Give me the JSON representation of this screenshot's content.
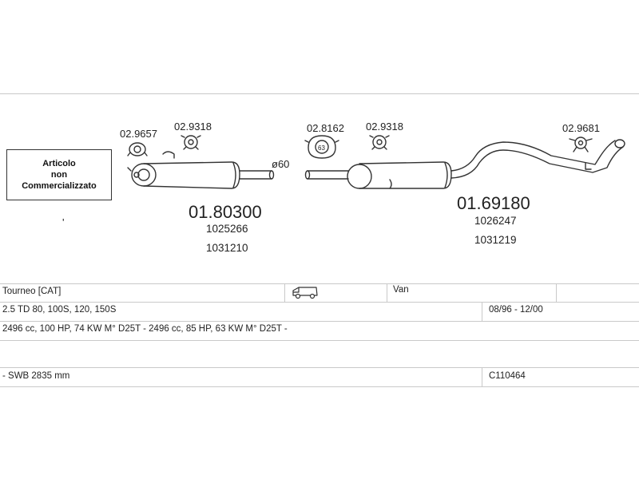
{
  "diagram": {
    "codes": {
      "clamp_1": "02.9657",
      "gasket_1": "02.9318",
      "rubber_mount": "02.8162",
      "rubber_mount_size": "63",
      "gasket_2": "02.9318",
      "hanger": "02.9681"
    },
    "pipe_diameter": "ø60",
    "front_part": {
      "code": "01.80300",
      "ref1": "1025266",
      "ref2": "1031210"
    },
    "rear_part": {
      "code": "01.69180",
      "ref1": "1026247",
      "ref2": "1031219"
    },
    "note_box": {
      "line1": "Articolo",
      "line2": "non",
      "line3": "Commercializzato"
    },
    "marker": "'"
  },
  "table": {
    "row1": {
      "model": "Tourneo  [CAT]",
      "body_type": "Van"
    },
    "row2": {
      "engine": "2.5 TD 80, 100S, 120, 150S",
      "years": "08/96 - 12/00"
    },
    "row3": {
      "specs": "2496 cc, 100 HP, 74 KW M° D25T - 2496 cc, 85 HP, 63 KW M° D25T -"
    },
    "row5": {
      "wheelbase": "- SWB 2835 mm",
      "catalog": "C110464"
    }
  },
  "icons": {
    "van": "van-icon"
  }
}
